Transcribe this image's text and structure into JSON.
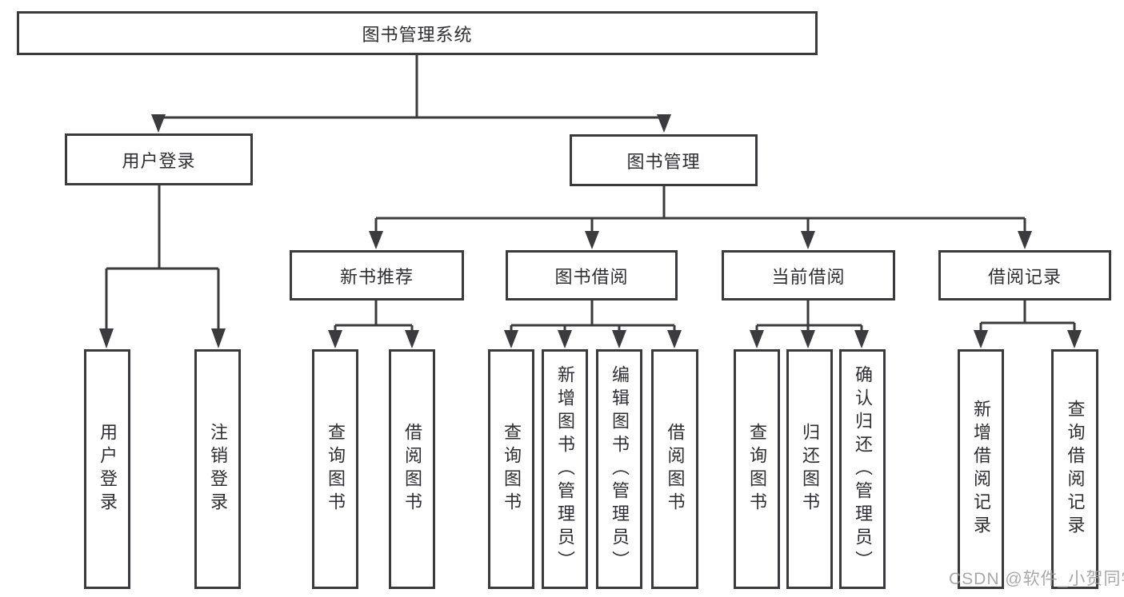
{
  "diagram": {
    "title": "图书管理系统",
    "branches": [
      {
        "label": "用户登录",
        "children": [
          {
            "label": "用户登录"
          },
          {
            "label": "注销登录"
          }
        ]
      },
      {
        "label": "图书管理",
        "children": [
          {
            "label": "新书推荐",
            "children": [
              {
                "label": "查询图书"
              },
              {
                "label": "借阅图书"
              }
            ]
          },
          {
            "label": "图书借阅",
            "children": [
              {
                "label": "查询图书"
              },
              {
                "label": "新增图书（管理员）"
              },
              {
                "label": "编辑图书（管理员）"
              },
              {
                "label": "借阅图书"
              }
            ]
          },
          {
            "label": "当前借阅",
            "children": [
              {
                "label": "查询图书"
              },
              {
                "label": "归还图书"
              },
              {
                "label": "确认归还（管理员）"
              }
            ]
          },
          {
            "label": "借阅记录",
            "children": [
              {
                "label": "新增借阅记录"
              },
              {
                "label": "查询借阅记录"
              }
            ]
          }
        ]
      }
    ]
  },
  "watermark": "CSDN @软件_小贺同学",
  "colors": {
    "line": "#3b3b3d",
    "box_background": "#ffffff",
    "text": "#2e2e30",
    "watermark": "#9e9ea0"
  }
}
